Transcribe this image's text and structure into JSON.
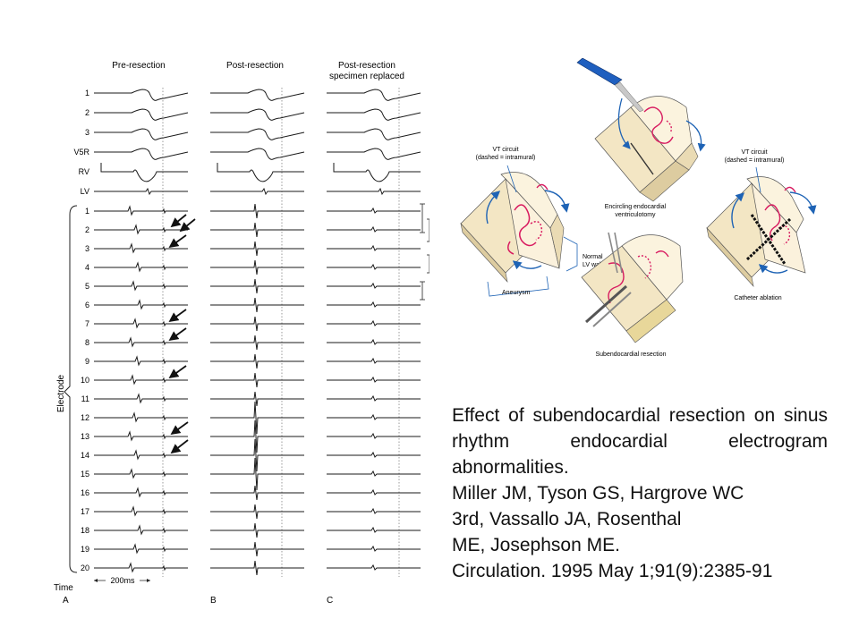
{
  "egm_figure": {
    "panel_titles": [
      "Pre-resection",
      "Post-resection",
      "Post-resection"
    ],
    "panel_c_subtitle": "specimen replaced",
    "surface_leads": [
      "1",
      "2",
      "3",
      "V5R",
      "RV",
      "LV"
    ],
    "electrodes": [
      "1",
      "2",
      "3",
      "4",
      "5",
      "6",
      "7",
      "8",
      "9",
      "10",
      "11",
      "12",
      "13",
      "14",
      "15",
      "16",
      "17",
      "18",
      "19",
      "20"
    ],
    "axis_label": "Electrode",
    "time_label": "Time",
    "time_scale": "200ms",
    "panel_letters": [
      "A",
      "B",
      "C"
    ]
  },
  "diagram": {
    "vt_circuit_label": "VT circuit",
    "vt_circuit_sub": "(dashed = intramural)",
    "normal_wall_label": "Normal",
    "normal_wall_sub": "LV wall",
    "aneurysm_label": "Aneurysm",
    "ventriculotomy_label_1": "Encircling endocardial",
    "ventriculotomy_label_2": "ventriculotomy",
    "resection_label": "Subendocardial resection",
    "ablation_label": "Catheter ablation",
    "colors": {
      "circuit": "#d81b60",
      "arrows": "#1e63b5",
      "tissue": "#f6ebd0",
      "scalpel": "#1f5fbf"
    }
  },
  "citation": {
    "title": "Effect of subendocardial resection on sinus rhythm endocardial electrogram abnormalities.",
    "authors_1": "Miller JM, Tyson GS, Hargrove WC",
    "authors_2": "3rd, Vassallo JA, Rosenthal",
    "authors_3": "ME, Josephson ME.",
    "journal": "Circulation. 1995 May 1;91(9):2385-91"
  }
}
